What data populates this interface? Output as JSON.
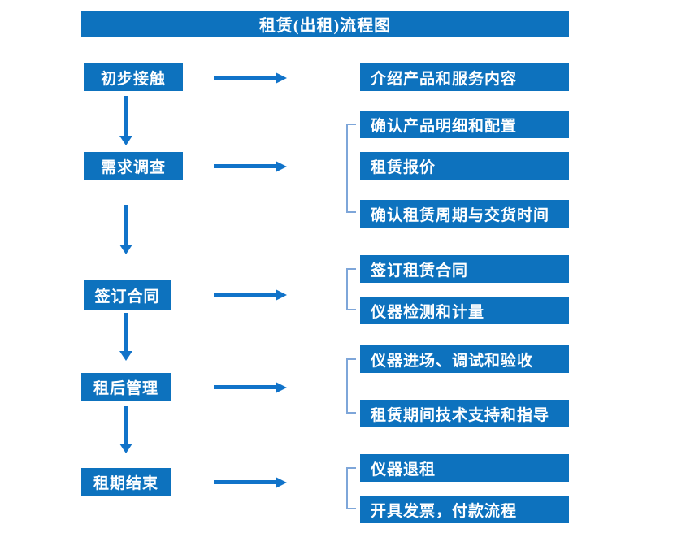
{
  "title": "租赁(出租)流程图",
  "colors": {
    "box_blue": "#0d72be",
    "arrow_blue": "#1173c9",
    "bracket_blue": "#7ea6d9",
    "text_white": "#ffffff"
  },
  "steps": [
    {
      "label": "初步接触",
      "items": [
        "介绍产品和服务内容"
      ]
    },
    {
      "label": "需求调查",
      "items": [
        "确认产品明细和配置",
        "租赁报价",
        "确认租赁周期与交货时间"
      ]
    },
    {
      "label": "签订合同",
      "items": [
        "签订租赁合同",
        "仪器检测和计量"
      ]
    },
    {
      "label": "租后管理",
      "items": [
        "仪器进场、调试和验收",
        "租赁期间技术支持和指导"
      ]
    },
    {
      "label": "租期结束",
      "items": [
        "仪器退租",
        "开具发票，付款流程"
      ]
    }
  ]
}
